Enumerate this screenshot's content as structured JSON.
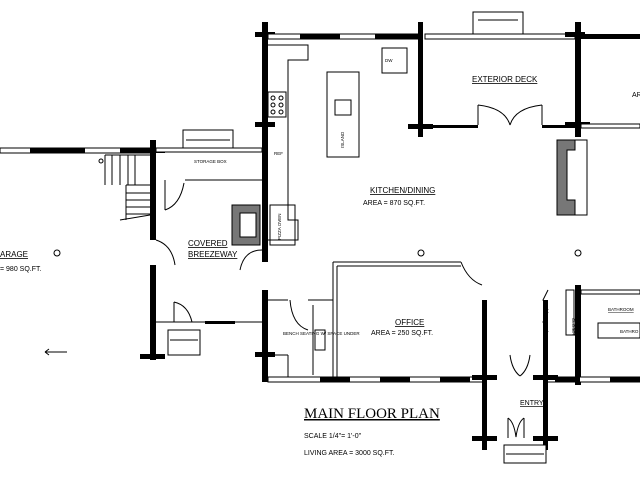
{
  "title": "MAIN FLOOR PLAN",
  "scale": "SCALE 1/4\"= 1'-0\"",
  "living_area": "LIVING AREA  =   3000 SQ.FT.",
  "rooms": {
    "exterior_deck": "EXTERIOR DECK",
    "kitchen": "KITCHEN/DINING",
    "kitchen_area": "AREA = 870 SQ.FT.",
    "garage": "ARAGE",
    "garage_area": "= 980 SQ.FT.",
    "breezeway_1": "COVERED",
    "breezeway_2": "BREEZEWAY",
    "storage": "STORAGE BOX",
    "office": "OFFICE",
    "office_area": "AREA = 250 SQ.FT.",
    "entry": "ENTRY",
    "bathroom": "BATHROOM",
    "bathroom2": "BATHRO",
    "closet": "CLOSET",
    "right_partial": "AR"
  },
  "fixtures": {
    "island": "ISLAND",
    "dw": "DW",
    "ref": "REF",
    "pizza_oven": "PIZZA OVEN",
    "bench": "BENCH SEATING W/ SPACE UNDER"
  }
}
